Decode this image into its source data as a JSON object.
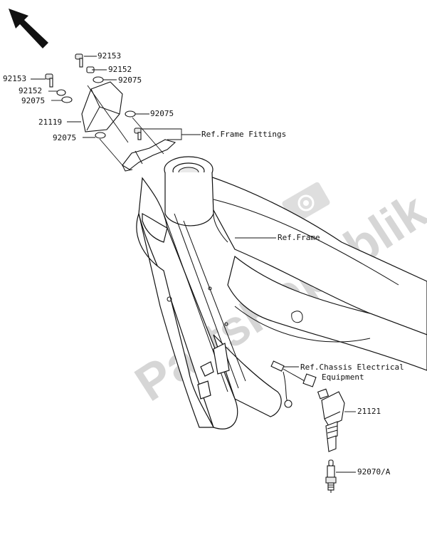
{
  "watermark": "PartsRepublik",
  "labels": {
    "p92153a": "92153",
    "p92152a": "92152",
    "p92075a": "92075",
    "p92153b": "92153",
    "p92152b": "92152",
    "p92075b": "92075",
    "p21119": "21119",
    "p92075c": "92075",
    "p92075d": "92075",
    "ref_frame_fittings": "Ref.Frame Fittings",
    "ref_frame": "Ref.Frame",
    "ref_chassis_line1": "Ref.Chassis Electrical",
    "ref_chassis_line2": "Equipment",
    "p21121": "21121",
    "p92070a": "92070/A"
  },
  "icons": {
    "arrow": "front-direction-arrow-icon",
    "gear": "gear-watermark-icon"
  },
  "colors": {
    "line": "#111111",
    "watermark": "#d6d6d6",
    "background": "#ffffff"
  }
}
